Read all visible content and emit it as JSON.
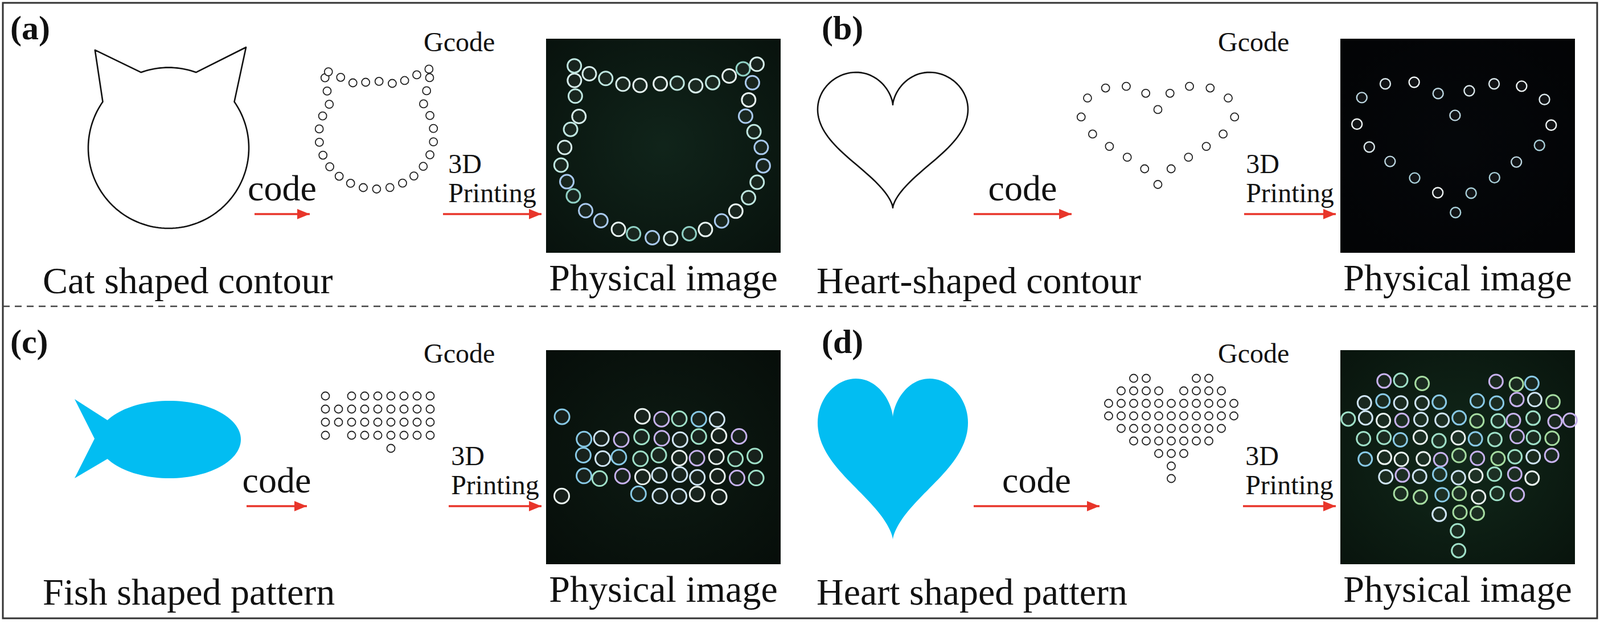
{
  "diagram": {
    "nodes": [
      {
        "text": [
          "(a)"
        ]
      },
      {
        "text": [
          "Cat shaped contour"
        ],
        "in": 0
      },
      {
        "text": [
          "Gcode"
        ],
        "in": 0
      },
      {
        "text": [
          "Physical image"
        ],
        "in": 0
      },
      {
        "text": [
          "(b)"
        ]
      },
      {
        "text": [
          "Heart-shaped contour"
        ],
        "in": 4
      },
      {
        "text": [
          "Gcode"
        ],
        "in": 4
      },
      {
        "text": [
          "Physical image"
        ],
        "in": 4
      },
      {
        "text": [
          "(c)"
        ]
      },
      {
        "text": [
          "Fish shaped pattern"
        ],
        "in": 8
      },
      {
        "text": [
          "Gcode"
        ],
        "in": 8
      },
      {
        "text": [
          "Physical image"
        ],
        "in": 8
      },
      {
        "text": [
          "(d)"
        ]
      },
      {
        "text": [
          "Heart shaped pattern"
        ],
        "in": 12
      },
      {
        "text": [
          "Gcode"
        ],
        "in": 12
      },
      {
        "text": [
          "Physical image"
        ],
        "in": 12
      }
    ],
    "edges": [
      {
        "from": 1,
        "to": 2,
        "label": "code",
        "arrow": "to"
      },
      {
        "from": 2,
        "to": 3,
        "label": "3D Printing",
        "arrow": "to"
      },
      {
        "from": 5,
        "to": 6,
        "label": "code",
        "arrow": "to"
      },
      {
        "from": 6,
        "to": 7,
        "label": "3D Printing",
        "arrow": "to"
      },
      {
        "from": 9,
        "to": 10,
        "label": "code",
        "arrow": "to"
      },
      {
        "from": 10,
        "to": 11,
        "label": "3D Printing",
        "arrow": "to"
      },
      {
        "from": 13,
        "to": 14,
        "label": "code",
        "arrow": "to"
      },
      {
        "from": 14,
        "to": 15,
        "label": "3D Printing",
        "arrow": "to"
      }
    ]
  }
}
